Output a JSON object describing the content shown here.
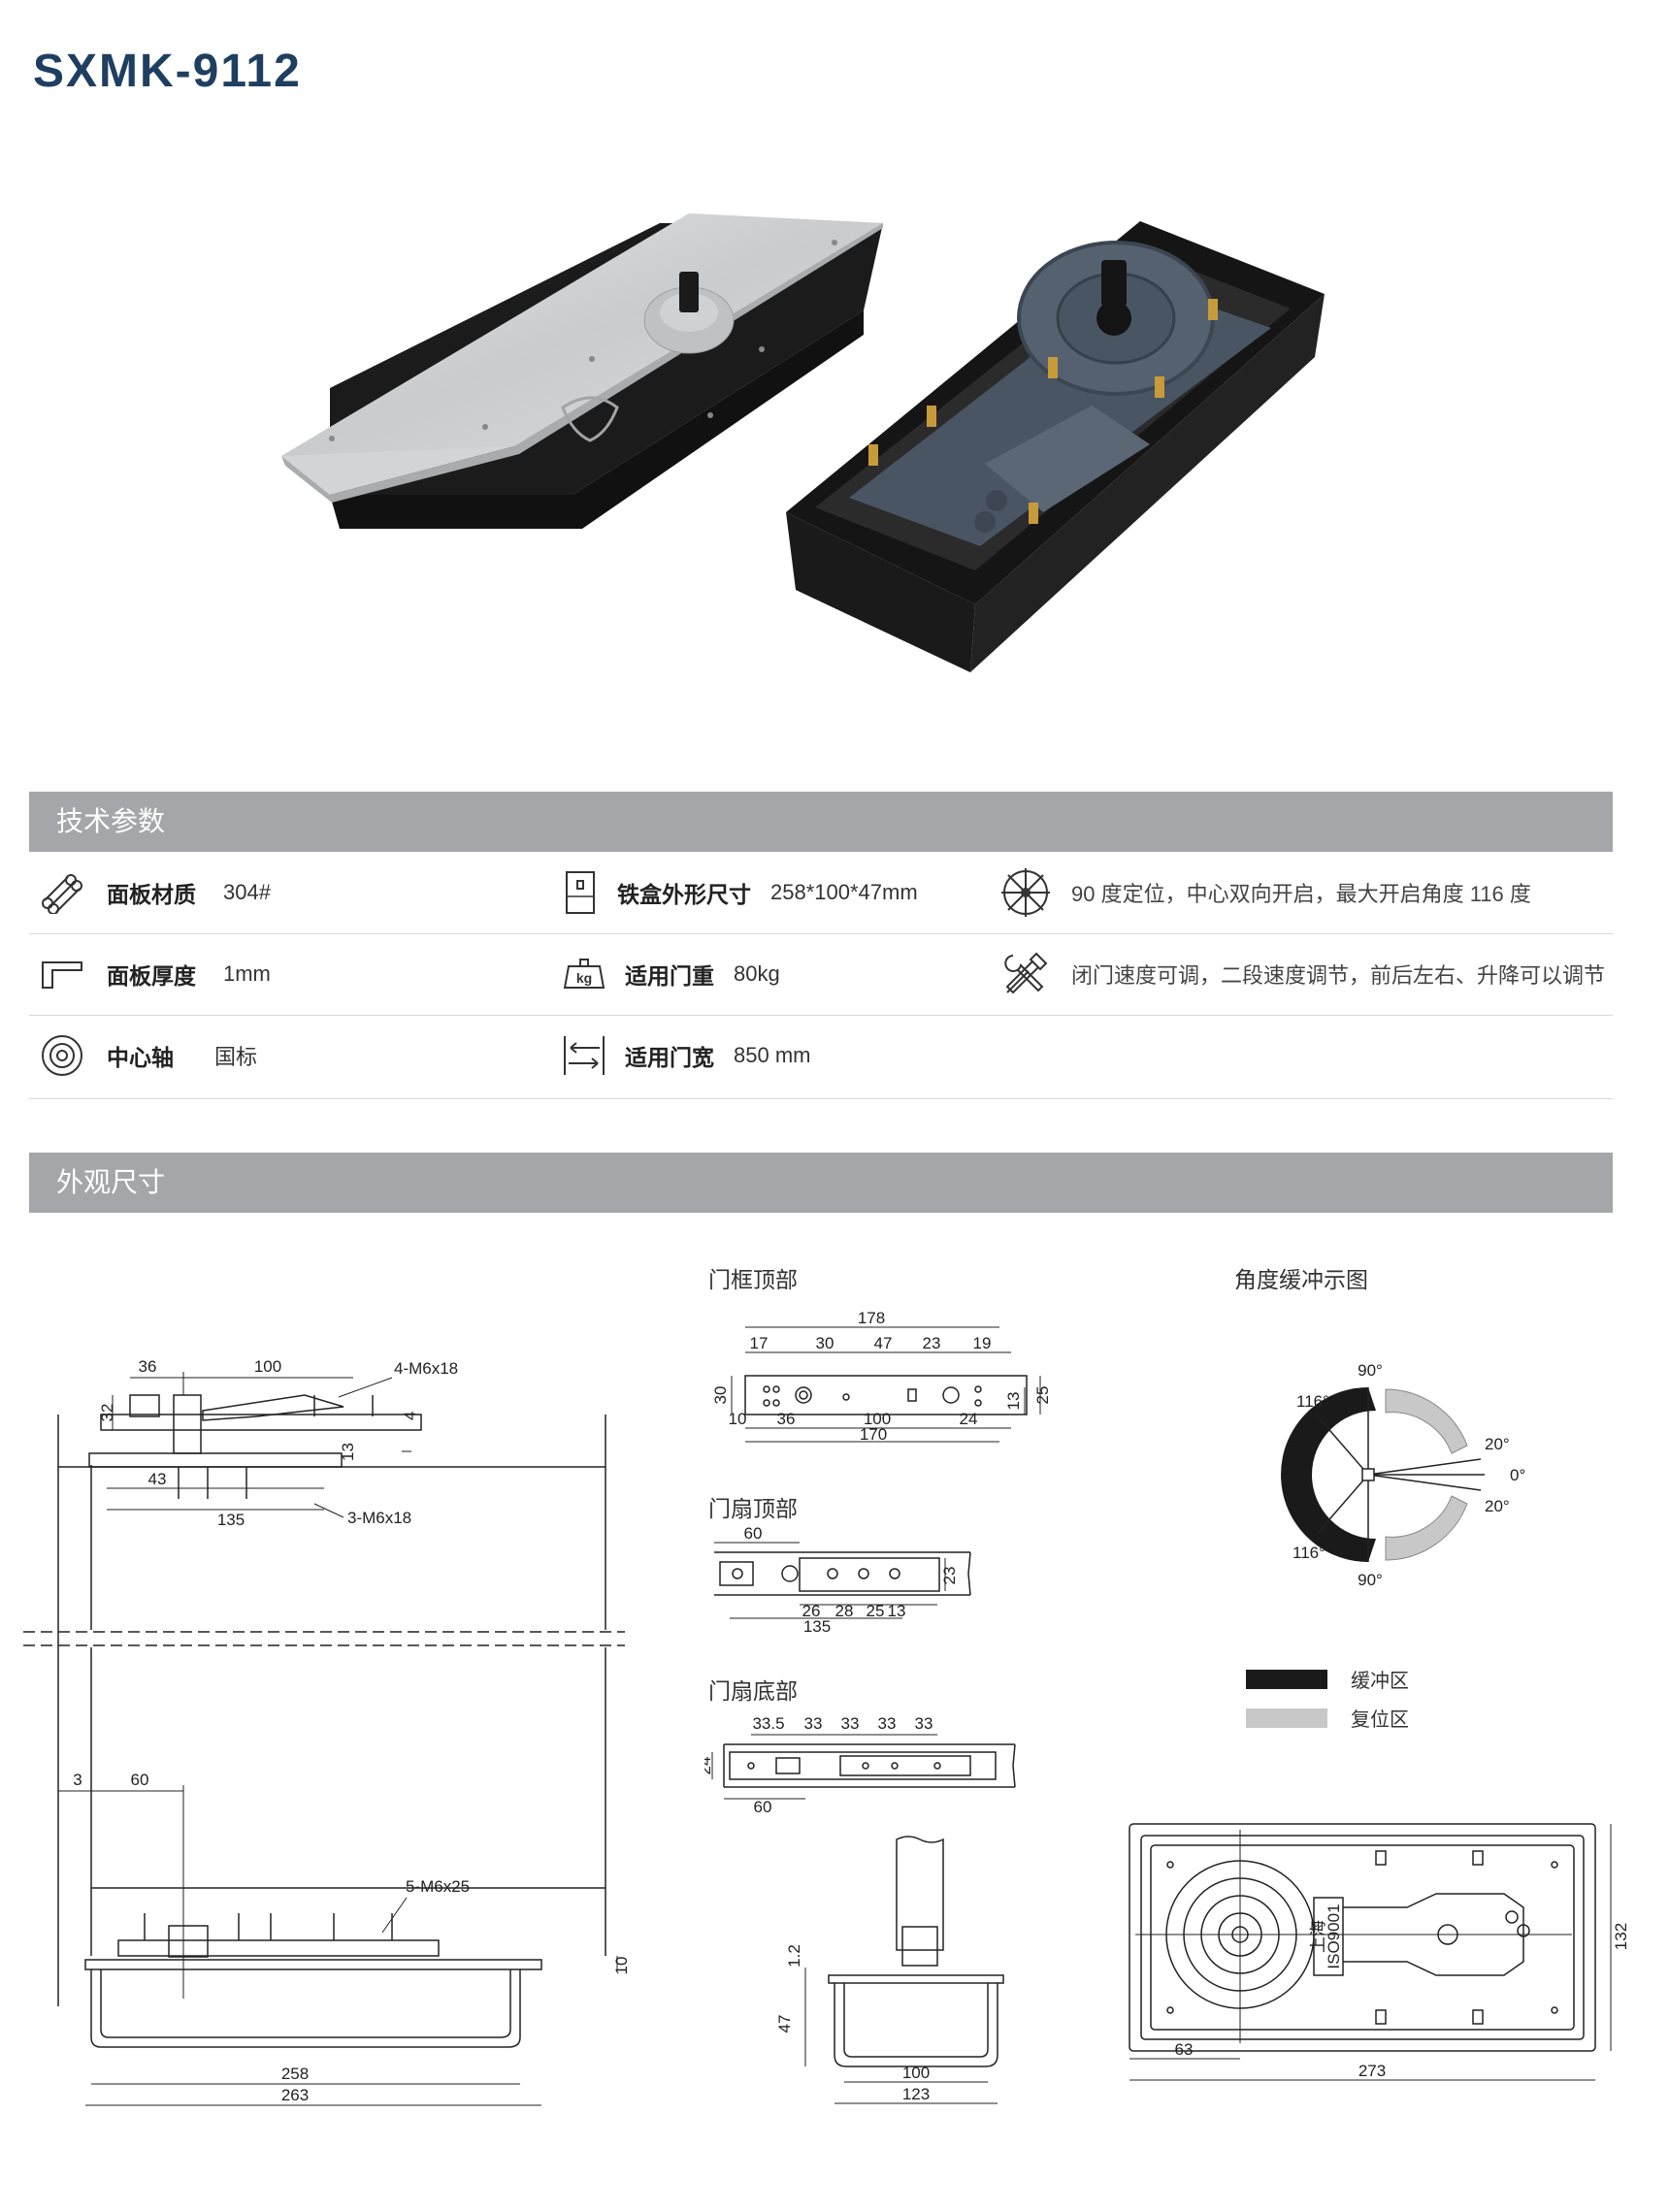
{
  "title": "SXMK-9112",
  "sections": {
    "tech": "技术参数",
    "dims": "外观尺寸"
  },
  "specs": {
    "panel_material": {
      "label": "面板材质",
      "value": "304#",
      "icon": "round-bars-icon"
    },
    "panel_thickness": {
      "label": "面板厚度",
      "value": "1mm",
      "icon": "plate-profile-icon"
    },
    "center_axis": {
      "label": "中心轴",
      "value": "国标",
      "icon": "concentric-circles-icon"
    },
    "box_size": {
      "label": "铁盒外形尺寸",
      "value": "258*100*47mm",
      "icon": "box-icon"
    },
    "door_weight": {
      "label": "适用门重",
      "value": "80kg",
      "icon": "weight-kg-icon",
      "badge": "kg"
    },
    "door_width": {
      "label": "适用门宽",
      "value": "850 mm",
      "icon": "width-arrows-icon"
    },
    "feature_angle": {
      "text": "90 度定位，中心双向开启，最大开启角度 116 度",
      "icon": "compass-rose-icon"
    },
    "feature_adjust": {
      "text": "闭门速度可调，二段速度调节，前后左右、升降可以调节",
      "icon": "tools-icon"
    }
  },
  "drawings": {
    "frame_top": "门框顶部",
    "leaf_top": "门扇顶部",
    "leaf_bottom": "门扇底部",
    "angle_diagram": "角度缓冲示图"
  },
  "legend": {
    "buffer": {
      "label": "缓冲区",
      "color": "#1a1a1a"
    },
    "reset": {
      "label": "复位区",
      "color": "#c8c8c8"
    }
  },
  "colors": {
    "title": "#1f3f60",
    "bar": "#a4a6a9"
  },
  "dims_main": {
    "d36": "36",
    "d100": "100",
    "d32": "32",
    "screw_top": "4-M6x18",
    "d4": "4",
    "d13": "13",
    "d43": "43",
    "d135": "135",
    "screw_mid": "3-M6x18",
    "d3": "3",
    "d60": "60",
    "screw_bottom": "5-M6x25",
    "d10": "10",
    "d258": "258",
    "d263": "263"
  },
  "dims_frame": {
    "d178": "178",
    "d17": "17",
    "d30a": "30",
    "d47": "47",
    "d23": "23",
    "d19": "19",
    "d30": "30",
    "d13": "13",
    "d25": "25",
    "d10": "10",
    "d36": "36",
    "d100": "100",
    "d24": "24",
    "d170": "170"
  },
  "dims_leaf_top": {
    "d60": "60",
    "d23": "23",
    "d26": "26",
    "d28": "28",
    "d25": "25",
    "d13": "13",
    "d135": "135"
  },
  "dims_leaf_bottom": {
    "d335": "33.5",
    "d33a": "33",
    "d33b": "33",
    "d33c": "33",
    "d33d": "33",
    "d24": "24",
    "d60": "60"
  },
  "dims_section": {
    "d12": "1.2",
    "d47": "47",
    "d100": "100",
    "d123": "123"
  },
  "dims_plan": {
    "d132": "132",
    "d63": "63",
    "d273": "273",
    "marks": "上海",
    "iso": "ISO9001"
  },
  "angles": {
    "a90top": "90°",
    "a116top": "116°",
    "a20top": "20°",
    "a0": "0°",
    "a20bot": "20°",
    "a116bot": "116°",
    "a90bot": "90°"
  }
}
